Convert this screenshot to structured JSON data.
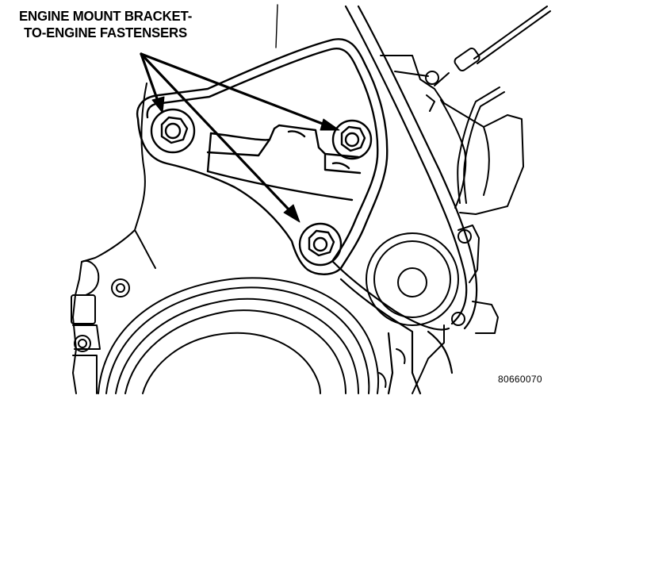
{
  "callout": {
    "line1": "ENGINE MOUNT BRACKET-",
    "line2": "TO-ENGINE FASTENSERS"
  },
  "figure_id": "80660070",
  "colors": {
    "background": "#ffffff",
    "ink": "#000000"
  }
}
